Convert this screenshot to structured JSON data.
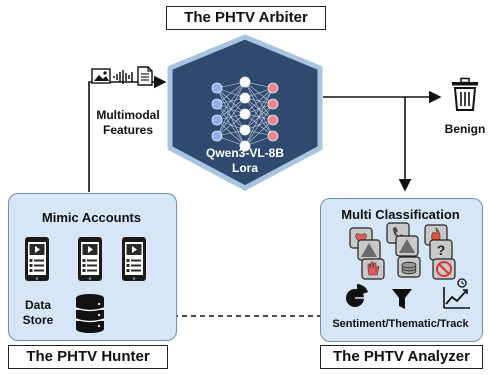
{
  "arbiter": {
    "title": "The PHTV Arbiter",
    "model_line1": "Qwen3-VL-8B",
    "model_line2": "Lora"
  },
  "features": {
    "label_line1": "Multimodal",
    "label_line2": "Features"
  },
  "benign": {
    "label": "Benign"
  },
  "hunter": {
    "title": "The PHTV Hunter",
    "panel_title": "Mimic Accounts",
    "store_line1": "Data",
    "store_line2": "Store"
  },
  "analyzer": {
    "title": "The PHTV Analyzer",
    "panel_title": "Multi Classification",
    "footer": "Sentiment/Thematic/Track"
  },
  "colors": {
    "panel_fill": "#d6e6f6",
    "panel_border": "#6f8fb5",
    "hexagon_fill": "#2f4a6e",
    "hexagon_border": "#a9c4e0",
    "node_blue": "#8fb0e8",
    "node_red": "#e98a8a"
  }
}
